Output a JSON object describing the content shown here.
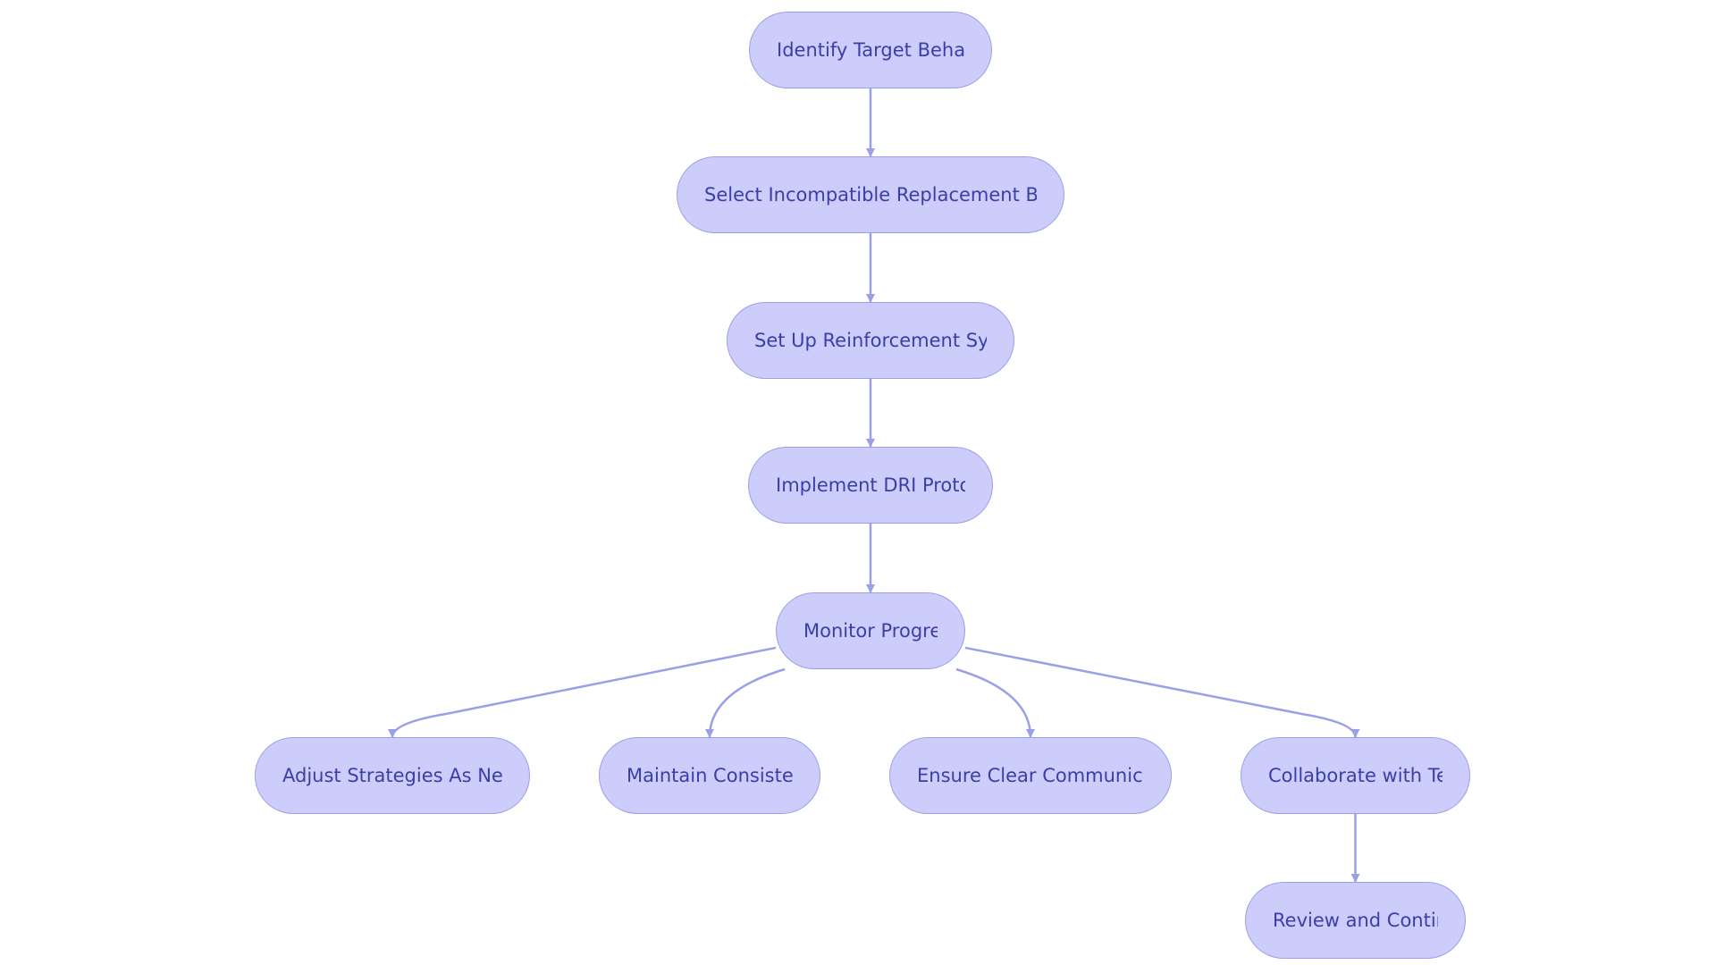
{
  "diagram": {
    "nodes": [
      {
        "id": "n1",
        "label": "Identify Target Behavi"
      },
      {
        "id": "n2",
        "label": "Select Incompatible Replacement Beh"
      },
      {
        "id": "n3",
        "label": "Set Up Reinforcement Sys"
      },
      {
        "id": "n4",
        "label": "Implement DRI Protoc"
      },
      {
        "id": "n5",
        "label": "Monitor Progres"
      },
      {
        "id": "n6",
        "label": "Adjust Strategies As Nee"
      },
      {
        "id": "n7",
        "label": "Maintain Consisten"
      },
      {
        "id": "n8",
        "label": "Ensure Clear Communicat"
      },
      {
        "id": "n9",
        "label": "Collaborate with Tea"
      },
      {
        "id": "n10",
        "label": "Review and Contin"
      }
    ],
    "edges": [
      {
        "from": "n1",
        "to": "n2"
      },
      {
        "from": "n2",
        "to": "n3"
      },
      {
        "from": "n3",
        "to": "n4"
      },
      {
        "from": "n4",
        "to": "n5"
      },
      {
        "from": "n5",
        "to": "n6"
      },
      {
        "from": "n5",
        "to": "n7"
      },
      {
        "from": "n5",
        "to": "n8"
      },
      {
        "from": "n5",
        "to": "n9"
      },
      {
        "from": "n9",
        "to": "n10"
      }
    ],
    "colors": {
      "node_fill": "#cccdfb",
      "node_border": "#9aa0e6",
      "edge": "#9aa0e6",
      "text": "#3a3fa8"
    }
  }
}
